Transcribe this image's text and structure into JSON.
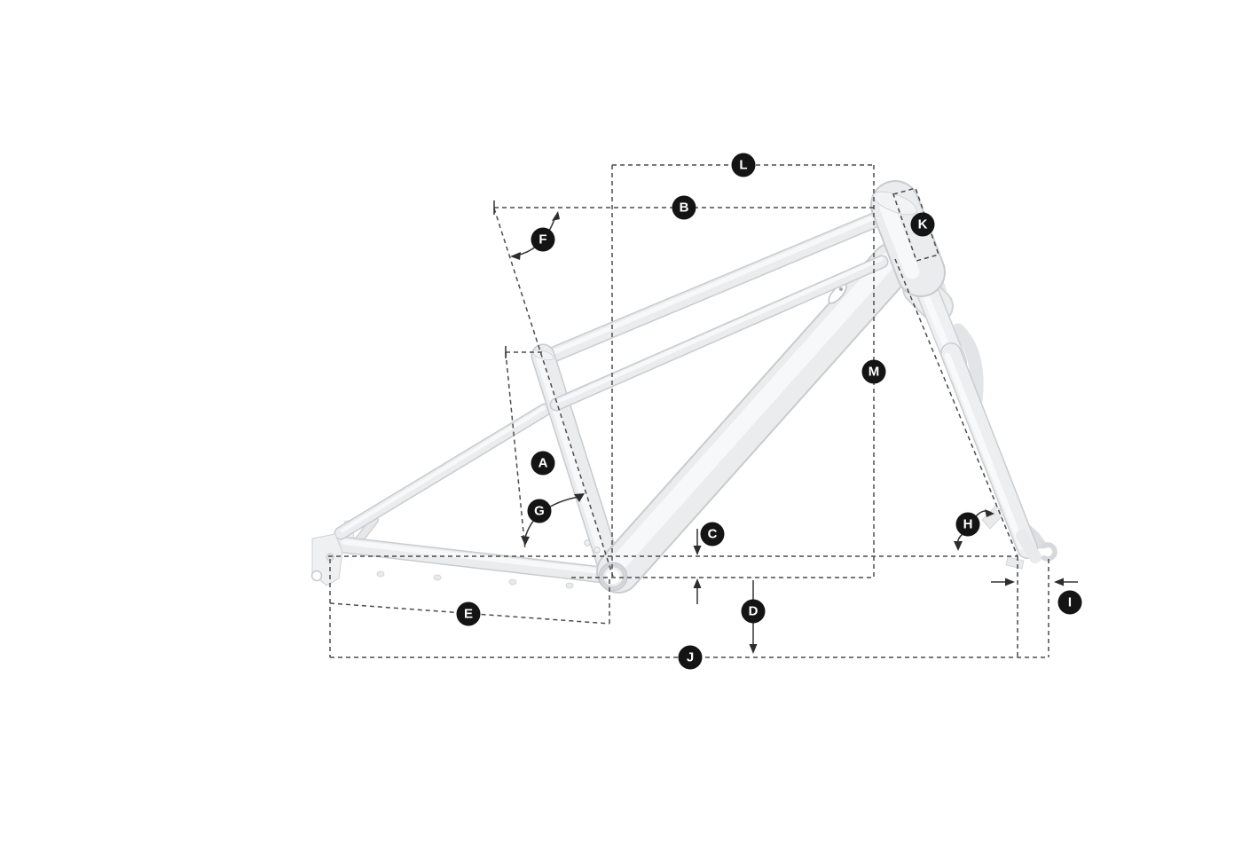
{
  "diagram": {
    "title": "bicycle-frame-geometry-diagram",
    "labels": [
      {
        "letter": "L"
      },
      {
        "letter": "B"
      },
      {
        "letter": "F"
      },
      {
        "letter": "K"
      },
      {
        "letter": "M"
      },
      {
        "letter": "A"
      },
      {
        "letter": "G"
      },
      {
        "letter": "C"
      },
      {
        "letter": "H"
      },
      {
        "letter": "I"
      },
      {
        "letter": "D"
      },
      {
        "letter": "E"
      },
      {
        "letter": "J"
      }
    ],
    "colors": {
      "background": "#ffffff",
      "badge_bg": "#141414",
      "badge_text": "#ffffff",
      "dash_line": "#4c4c4c",
      "solid_annotation": "#333333",
      "frame_body": "#ebecee",
      "frame_outline": "#c9cbce",
      "frame_highlight": "#f7f8f9"
    }
  }
}
